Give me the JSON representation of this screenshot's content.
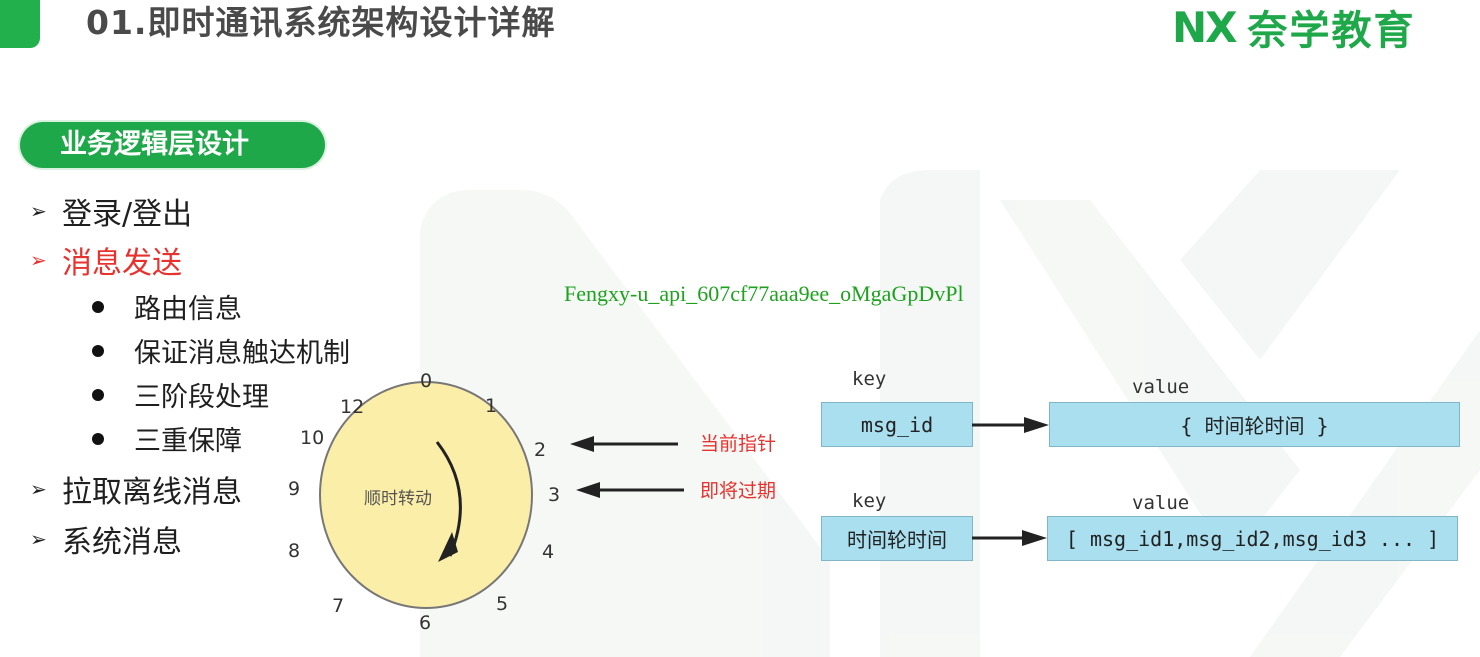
{
  "header": {
    "title": "01.即时通讯系统架构设计详解",
    "logo_mark": "NX",
    "logo_text": "奈学教育"
  },
  "section": {
    "title": "业务逻辑层设计"
  },
  "outline": {
    "items": [
      {
        "label": "登录/登出"
      },
      {
        "label": "消息发送"
      },
      {
        "label": "拉取离线消息"
      },
      {
        "label": "系统消息"
      }
    ],
    "sub_items": [
      {
        "label": "路由信息"
      },
      {
        "label": "保证消息触达机制"
      },
      {
        "label": "三阶段处理"
      },
      {
        "label": "三重保障"
      }
    ]
  },
  "watermark_id": "Fengxy-u_api_607cf77aaa9ee_oMgaGpDvPl",
  "time_wheel": {
    "label": "顺时转动",
    "ticks": [
      "0",
      "1",
      "2",
      "3",
      "4",
      "5",
      "6",
      "7",
      "8",
      "9",
      "10",
      "12"
    ],
    "pointers": [
      {
        "label": "当前指针",
        "tick": "2"
      },
      {
        "label": "即将过期",
        "tick": "3"
      }
    ]
  },
  "mapping": {
    "rows": [
      {
        "key_caption": "key",
        "value_caption": "value",
        "key": "msg_id",
        "value": "{ 时间轮时间 }"
      },
      {
        "key_caption": "key",
        "value_caption": "value",
        "key": "时间轮时间",
        "value": "[ msg_id1,msg_id2,msg_id3 ... ]"
      }
    ]
  },
  "colors": {
    "brand_green": "#1fa84a",
    "highlight_red": "#e8322e",
    "wheel_fill": "#fbeea8",
    "box_fill": "#a9dfef"
  }
}
